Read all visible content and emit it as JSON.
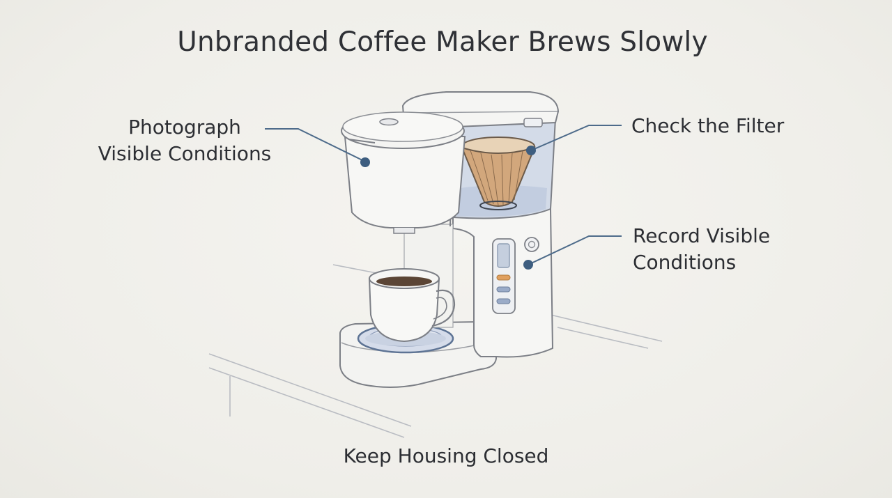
{
  "title": "Unbranded Coffee Maker Brews Slowly",
  "callouts": {
    "photograph": {
      "line1": "Photograph",
      "line2": "Visible Conditions"
    },
    "filter": {
      "line1": "Check the Filter"
    },
    "record": {
      "line1": "Record Visible",
      "line2": "Conditions"
    }
  },
  "footer": "Keep Housing Closed",
  "colors": {
    "leader": "#4d6b8a",
    "dot": "#3e5e80",
    "outline": "#7c7f86",
    "filter_fill": "#d2a77c",
    "water": "#c9d3e4",
    "indicator_orange": "#e0a060",
    "indicator_blue": "#7d93b8"
  }
}
